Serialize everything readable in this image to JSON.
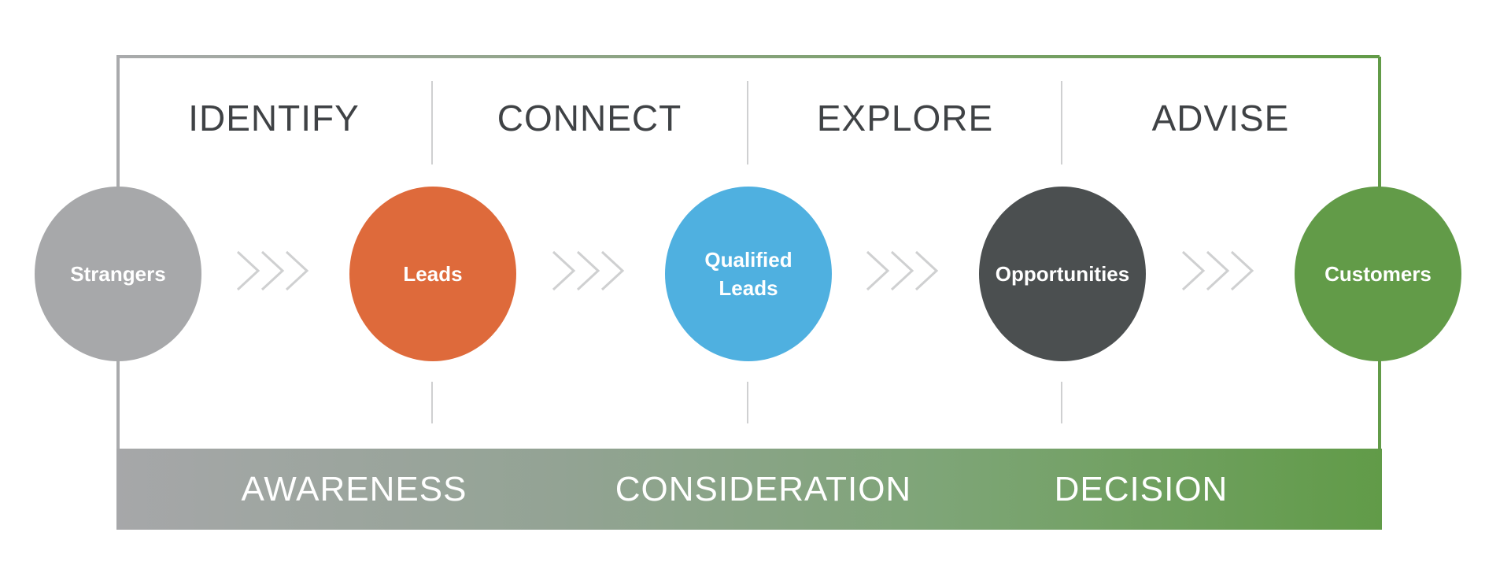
{
  "steps": [
    "IDENTIFY",
    "CONNECT",
    "EXPLORE",
    "ADVISE"
  ],
  "nodes": [
    {
      "label": "Strangers",
      "color": "#a7a8aa"
    },
    {
      "label": "Leads",
      "color": "#de6a3b"
    },
    {
      "label": "Qualified\nLeads",
      "color": "#4fb0e0"
    },
    {
      "label": "Opportunities",
      "color": "#4b4f50"
    },
    {
      "label": "Customers",
      "color": "#629b48"
    }
  ],
  "stages": [
    "AWARENESS",
    "CONSIDERATION",
    "DECISION"
  ],
  "colors": {
    "frame_start": "#a9aaac",
    "frame_end": "#629b48",
    "divider": "#cfd0d1",
    "chevron": "#cfd0d1",
    "text_dark": "#3f4245"
  }
}
